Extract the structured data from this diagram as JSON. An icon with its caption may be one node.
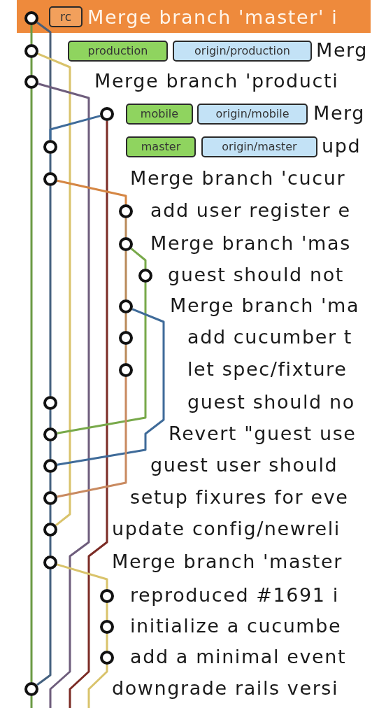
{
  "diagram": {
    "nodes": [
      {
        "text": [],
        "shape": "circle"
      },
      {
        "text": [
          "rc"
        ]
      },
      {
        "text": [],
        "shape": "circle"
      },
      {
        "text": [
          "production"
        ]
      },
      {
        "text": [
          "origin/production"
        ]
      },
      {
        "text": [],
        "shape": "circle"
      },
      {
        "text": [],
        "shape": "circle"
      },
      {
        "text": [
          "mobile"
        ]
      },
      {
        "text": [
          "origin/mobile"
        ]
      },
      {
        "text": [],
        "shape": "circle"
      },
      {
        "text": [
          "master"
        ]
      },
      {
        "text": [
          "origin/master"
        ]
      },
      {
        "text": [],
        "shape": "circle"
      },
      {
        "text": [],
        "shape": "circle"
      },
      {
        "text": [],
        "shape": "circle"
      },
      {
        "text": [],
        "shape": "circle"
      },
      {
        "text": [],
        "shape": "circle"
      },
      {
        "text": [],
        "shape": "circle"
      },
      {
        "text": [],
        "shape": "circle"
      },
      {
        "text": [],
        "shape": "circle"
      },
      {
        "text": [],
        "shape": "circle"
      },
      {
        "text": [],
        "shape": "circle"
      },
      {
        "text": [],
        "shape": "circle"
      },
      {
        "text": [],
        "shape": "circle"
      },
      {
        "text": [],
        "shape": "circle"
      },
      {
        "text": [],
        "shape": "circle"
      },
      {
        "text": [],
        "shape": "circle"
      },
      {
        "text": [],
        "shape": "circle"
      },
      {
        "text": [],
        "shape": "circle"
      }
    ],
    "edges": [
      {
        "from": 0,
        "to": 2,
        "arrow": "none",
        "color": "#6b9a44"
      },
      {
        "from": 0,
        "to": 9,
        "arrow": "none",
        "color": "#4a5f78"
      },
      {
        "from": 2,
        "to": 5,
        "arrow": "none",
        "color": "#6b9a44"
      },
      {
        "from": 2,
        "to": 23,
        "arrow": "none",
        "color": "#d9c36b"
      },
      {
        "from": 5,
        "to": 28,
        "arrow": "none",
        "color": "#6b9a44"
      },
      {
        "from": 5,
        "to": null,
        "arrow": "none",
        "color": "#6e5d7c"
      },
      {
        "from": 6,
        "to": 9,
        "arrow": "none",
        "color": "#3f6b99"
      },
      {
        "from": 6,
        "to": null,
        "arrow": "none",
        "color": "#7b2b25"
      },
      {
        "from": 9,
        "to": 12,
        "arrow": "none",
        "color": "#44617f"
      },
      {
        "from": 12,
        "to": 19,
        "arrow": "none",
        "color": "#44617f"
      },
      {
        "from": 12,
        "to": 13,
        "arrow": "none",
        "color": "#d58643"
      },
      {
        "from": 13,
        "to": 14,
        "arrow": "none",
        "color": "#b98a5a"
      },
      {
        "from": 14,
        "to": 16,
        "arrow": "none",
        "color": "#b98a5a"
      },
      {
        "from": 14,
        "to": 15,
        "arrow": "none",
        "color": "#78a94a"
      },
      {
        "from": 15,
        "to": 20,
        "arrow": "none",
        "color": "#78a94a"
      },
      {
        "from": 16,
        "to": 17,
        "arrow": "none",
        "color": "#b98a5a"
      },
      {
        "from": 16,
        "to": 21,
        "arrow": "none",
        "color": "#3f6b99"
      },
      {
        "from": 17,
        "to": 18,
        "arrow": "none",
        "color": "#b98a5a"
      },
      {
        "from": 18,
        "to": 22,
        "arrow": "none",
        "color": "#c98a60"
      },
      {
        "from": 19,
        "to": 20,
        "arrow": "none",
        "color": "#44617f"
      },
      {
        "from": 20,
        "to": 21,
        "arrow": "none",
        "color": "#44617f"
      },
      {
        "from": 21,
        "to": 22,
        "arrow": "none",
        "color": "#44617f"
      },
      {
        "from": 22,
        "to": 23,
        "arrow": "none",
        "color": "#44617f"
      },
      {
        "from": 23,
        "to": 24,
        "arrow": "none",
        "color": "#44617f"
      },
      {
        "from": 24,
        "to": 28,
        "arrow": "none",
        "color": "#44617f"
      },
      {
        "from": 24,
        "to": 25,
        "arrow": "none",
        "color": "#d9c36b"
      },
      {
        "from": 25,
        "to": 26,
        "arrow": "none",
        "color": "#d9c36b"
      },
      {
        "from": 26,
        "to": 27,
        "arrow": "none",
        "color": "#d9c36b"
      },
      {
        "from": 27,
        "to": null,
        "arrow": "none",
        "color": "#d9c36b"
      },
      {
        "from": 28,
        "to": null,
        "arrow": "none",
        "color": "#6b9a44"
      }
    ],
    "labels": [
      "Merge branch 'master' i",
      "Merg",
      "Merge branch 'producti",
      "Merg",
      "upd",
      "Merge branch 'cucur",
      "add user register e",
      "Merge branch 'mas",
      "guest should not",
      "Merge branch 'ma",
      "add cucumber t",
      "let spec/fixture",
      "guest should no",
      "Revert \"guest use",
      "guest user should",
      "setup fixures for eve",
      "update config/newreli",
      "Merge branch 'master",
      "reproduced #1691 i",
      "initialize a cucumbe",
      "add a minimal event",
      "downgrade rails versi"
    ]
  }
}
